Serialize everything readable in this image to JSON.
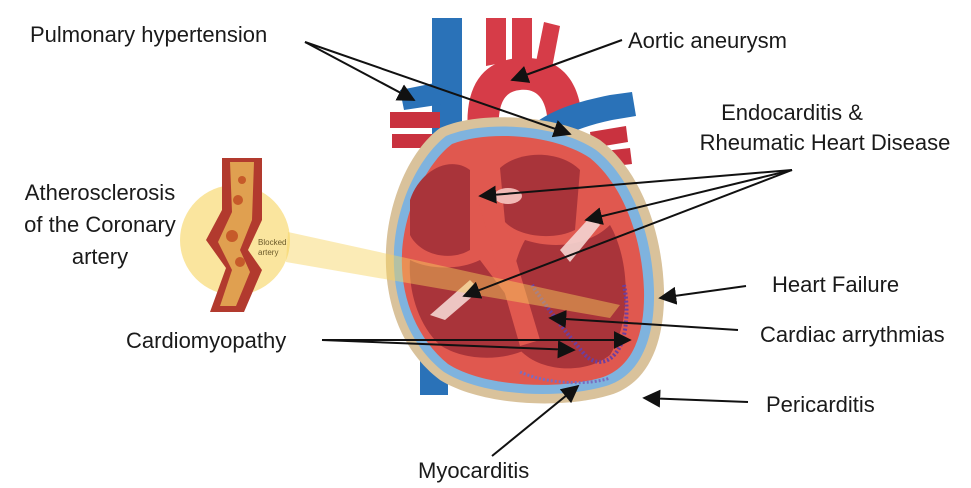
{
  "labels": {
    "pulmonary_hypertension": "Pulmonary hypertension",
    "aortic_aneurysm": "Aortic aneurysm",
    "endocarditis_line1": "Endocarditis &",
    "endocarditis_line2": "Rheumatic Heart Disease",
    "atherosclerosis_line1": "Atherosclerosis",
    "atherosclerosis_line2": "of the Coronary",
    "atherosclerosis_line3": "artery",
    "heart_failure": "Heart Failure",
    "cardiomyopathy": "Cardiomyopathy",
    "cardiac_arrythmias": "Cardiac arrythmias",
    "pericarditis": "Pericarditis",
    "myocarditis": "Myocarditis"
  },
  "inset": {
    "blocked_line1": "Blocked",
    "blocked_line2": "artery"
  },
  "colors": {
    "vein_blue": "#2a72b8",
    "artery_red": "#d63c48",
    "heart_outer": "#e0584f",
    "heart_inner": "#a9343a",
    "pericardium": "#d9c29b",
    "magnifier": "#f6d35e",
    "conduction": "#6b3fa0"
  }
}
